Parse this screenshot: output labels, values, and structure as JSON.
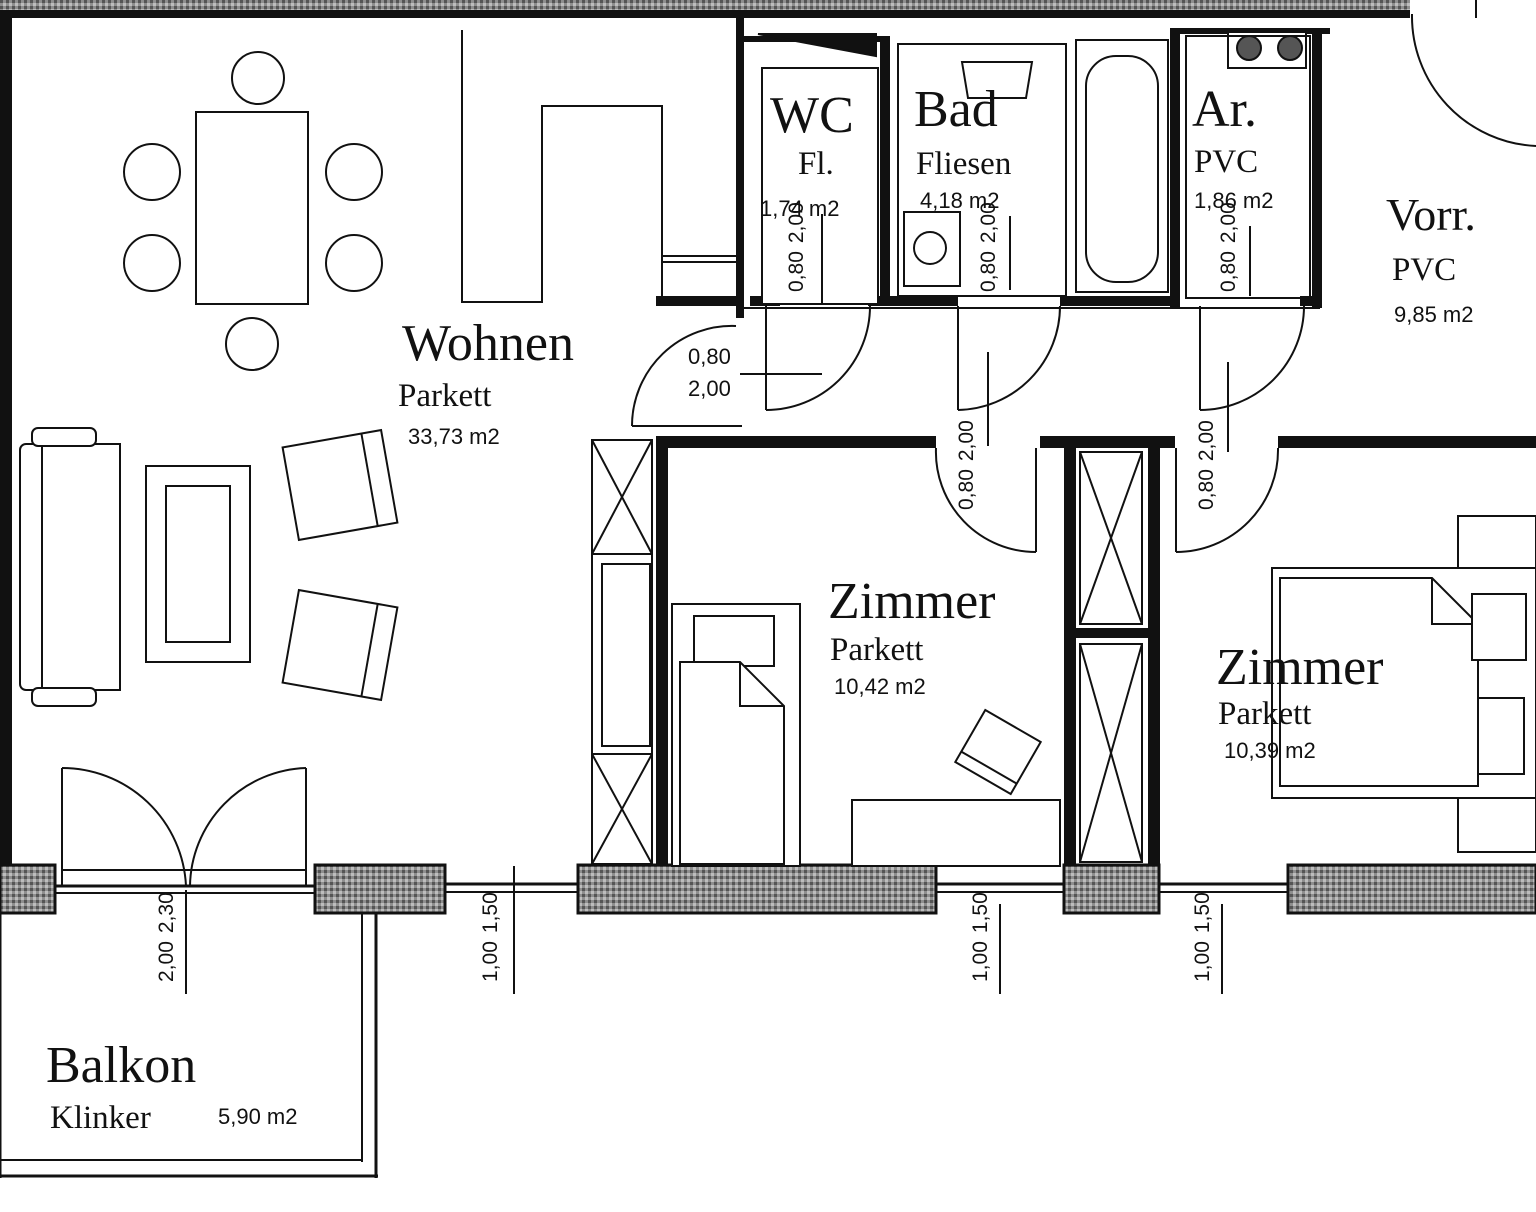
{
  "rooms": {
    "wc": {
      "name": "WC",
      "material": "Fl.",
      "area": "1,74 m2"
    },
    "bad": {
      "name": "Bad",
      "material": "Fliesen",
      "area": "4,18 m2"
    },
    "ar": {
      "name": "Ar.",
      "material": "PVC",
      "area": "1,86 m2"
    },
    "vorr": {
      "name": "Vorr.",
      "material": "PVC",
      "area": "9,85 m2"
    },
    "wohnen": {
      "name": "Wohnen",
      "material": "Parkett",
      "area": "33,73 m2"
    },
    "zimmer1": {
      "name": "Zimmer",
      "material": "Parkett",
      "area": "10,42 m2"
    },
    "zimmer2": {
      "name": "Zimmer",
      "material": "Parkett",
      "area": "10,39 m2"
    },
    "balkon": {
      "name": "Balkon",
      "material": "Klinker",
      "area": "5,90 m2"
    }
  },
  "door_dims": {
    "wc": [
      "0,80",
      "2,00"
    ],
    "bad": [
      "0,80",
      "2,00"
    ],
    "ar": [
      "0,80",
      "2,00"
    ],
    "wohnen": [
      "0,80",
      "2,00"
    ],
    "zimmer1": [
      "0,80",
      "2,00"
    ],
    "zimmer2": [
      "0,80",
      "2,00"
    ]
  },
  "window_dims": {
    "balcony_door": [
      "2,00",
      "2,30"
    ],
    "wohnen": [
      "1,00",
      "1,50"
    ],
    "zimmer1": [
      "1,00",
      "1,50"
    ],
    "zimmer2": [
      "1,00",
      "1,50"
    ]
  }
}
